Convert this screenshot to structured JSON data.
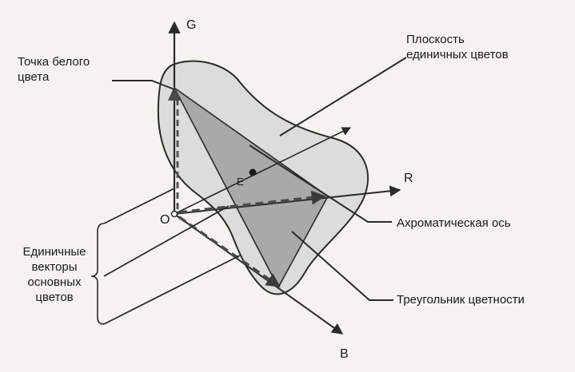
{
  "axes": {
    "g": "G",
    "r": "R",
    "b": "B",
    "origin": "O"
  },
  "point_e": "E",
  "labels": {
    "white_point": [
      "Точка белого",
      "цвета"
    ],
    "unit_plane": [
      "Плоскость",
      "единичных цветов"
    ],
    "achromatic_axis": "Ахроматическая ось",
    "chromaticity_triangle": "Треугольник цветности",
    "unit_vectors": [
      "Единичные",
      "векторы",
      "основных",
      "цветов"
    ]
  },
  "colors": {
    "plane_fill": "#dcdcdc",
    "triangle_fill": "#a9a9a9",
    "line": "#2a2a2a",
    "background": "#f4f3f0"
  }
}
